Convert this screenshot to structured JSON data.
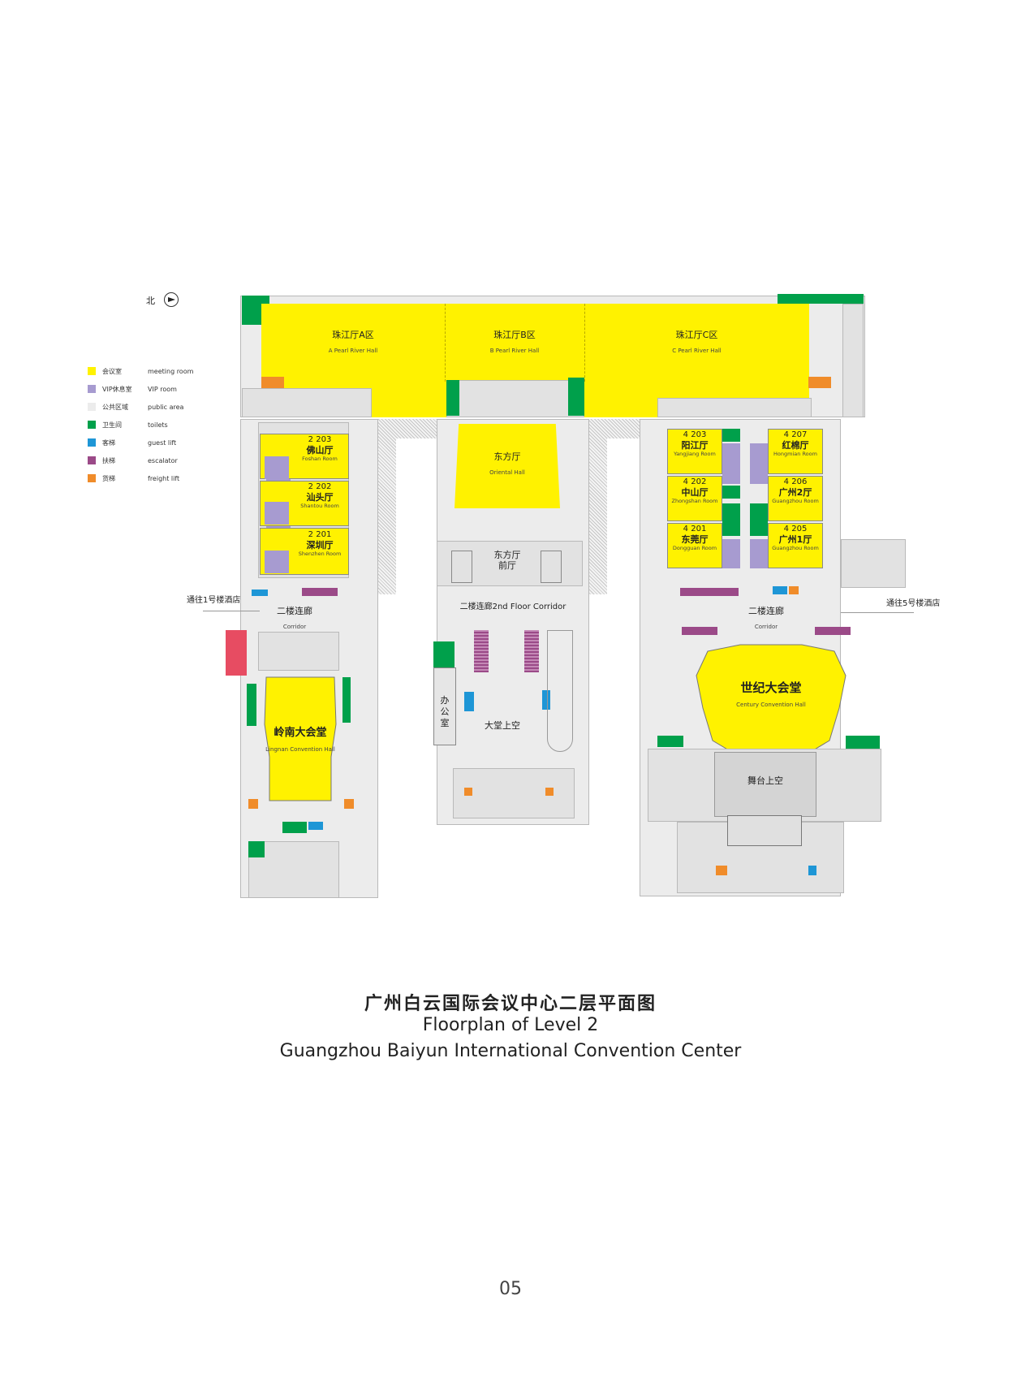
{
  "compass": {
    "label": "北"
  },
  "legend": [
    {
      "cn": "会议室",
      "en": "meeting room",
      "color": "#fff200"
    },
    {
      "cn": "VIP休息室",
      "en": "VIP room",
      "color": "#a79bd0"
    },
    {
      "cn": "公共区域",
      "en": "public area",
      "color": "#ececec"
    },
    {
      "cn": "卫生间",
      "en": "toilets",
      "color": "#00a04b"
    },
    {
      "cn": "客梯",
      "en": "guest lift",
      "color": "#1e96d6"
    },
    {
      "cn": "扶梯",
      "en": "escalator",
      "color": "#9b4a88"
    },
    {
      "cn": "货梯",
      "en": "freight lift",
      "color": "#f08c2a"
    }
  ],
  "halls": {
    "pearl_a": {
      "cn": "珠江厅A区",
      "en": "A  Pearl  River Hall"
    },
    "pearl_b": {
      "cn": "珠江厅B区",
      "en": "B  Pearl River Hall"
    },
    "pearl_c": {
      "cn": "珠江厅C区",
      "en": "C  Pearl River Hall"
    },
    "oriental": {
      "cn": "东方厅",
      "en": "Oriental Hall"
    },
    "oriental_front": {
      "cn1": "东方厅",
      "cn2": "前厅"
    },
    "lingnan": {
      "cn": "岭南大会堂",
      "en": "Lingnan Convention Hall"
    },
    "century": {
      "cn": "世纪大会堂",
      "en": "Century Convention Hall"
    }
  },
  "rooms_west": [
    {
      "num": "2 203",
      "cn": "佛山厅",
      "en": "Foshan Room"
    },
    {
      "num": "2 202",
      "cn": "汕头厅",
      "en": "Shantou Room"
    },
    {
      "num": "2 201",
      "cn": "深圳厅",
      "en": "Shenzhen Room"
    }
  ],
  "rooms_east_left": [
    {
      "num": "4 203",
      "cn": "阳江厅",
      "en": "Yangjiang Room"
    },
    {
      "num": "4 202",
      "cn": "中山厅",
      "en": "Zhongshan Room"
    },
    {
      "num": "4 201",
      "cn": "东莞厅",
      "en": "Dongguan Room"
    }
  ],
  "rooms_east_right": [
    {
      "num": "4 207",
      "cn": "红棉厅",
      "en": "Hongmian Room"
    },
    {
      "num": "4 206",
      "cn": "广州2厅",
      "en": "Guangzhou Room"
    },
    {
      "num": "4 205",
      "cn": "广州1厅",
      "en": "Guangzhou Room"
    }
  ],
  "corridors": {
    "west": {
      "cn": "二楼连廊",
      "en": "Corridor"
    },
    "center": {
      "text": "二楼连廊2nd Floor Corridor"
    },
    "east": {
      "cn": "二楼连廊",
      "en": "Corridor"
    },
    "to_building1": "通往1号楼酒店",
    "to_building5": "通往5号楼酒店"
  },
  "misc": {
    "office": "办公室",
    "lobby_void": "大堂上空",
    "stage_void": "舞台上空"
  },
  "caption": {
    "cn": "广州白云国际会议中心二层平面图",
    "en1": "Floorplan of Level 2",
    "en2": "Guangzhou Baiyun International Convention Center"
  },
  "page_number": "05"
}
